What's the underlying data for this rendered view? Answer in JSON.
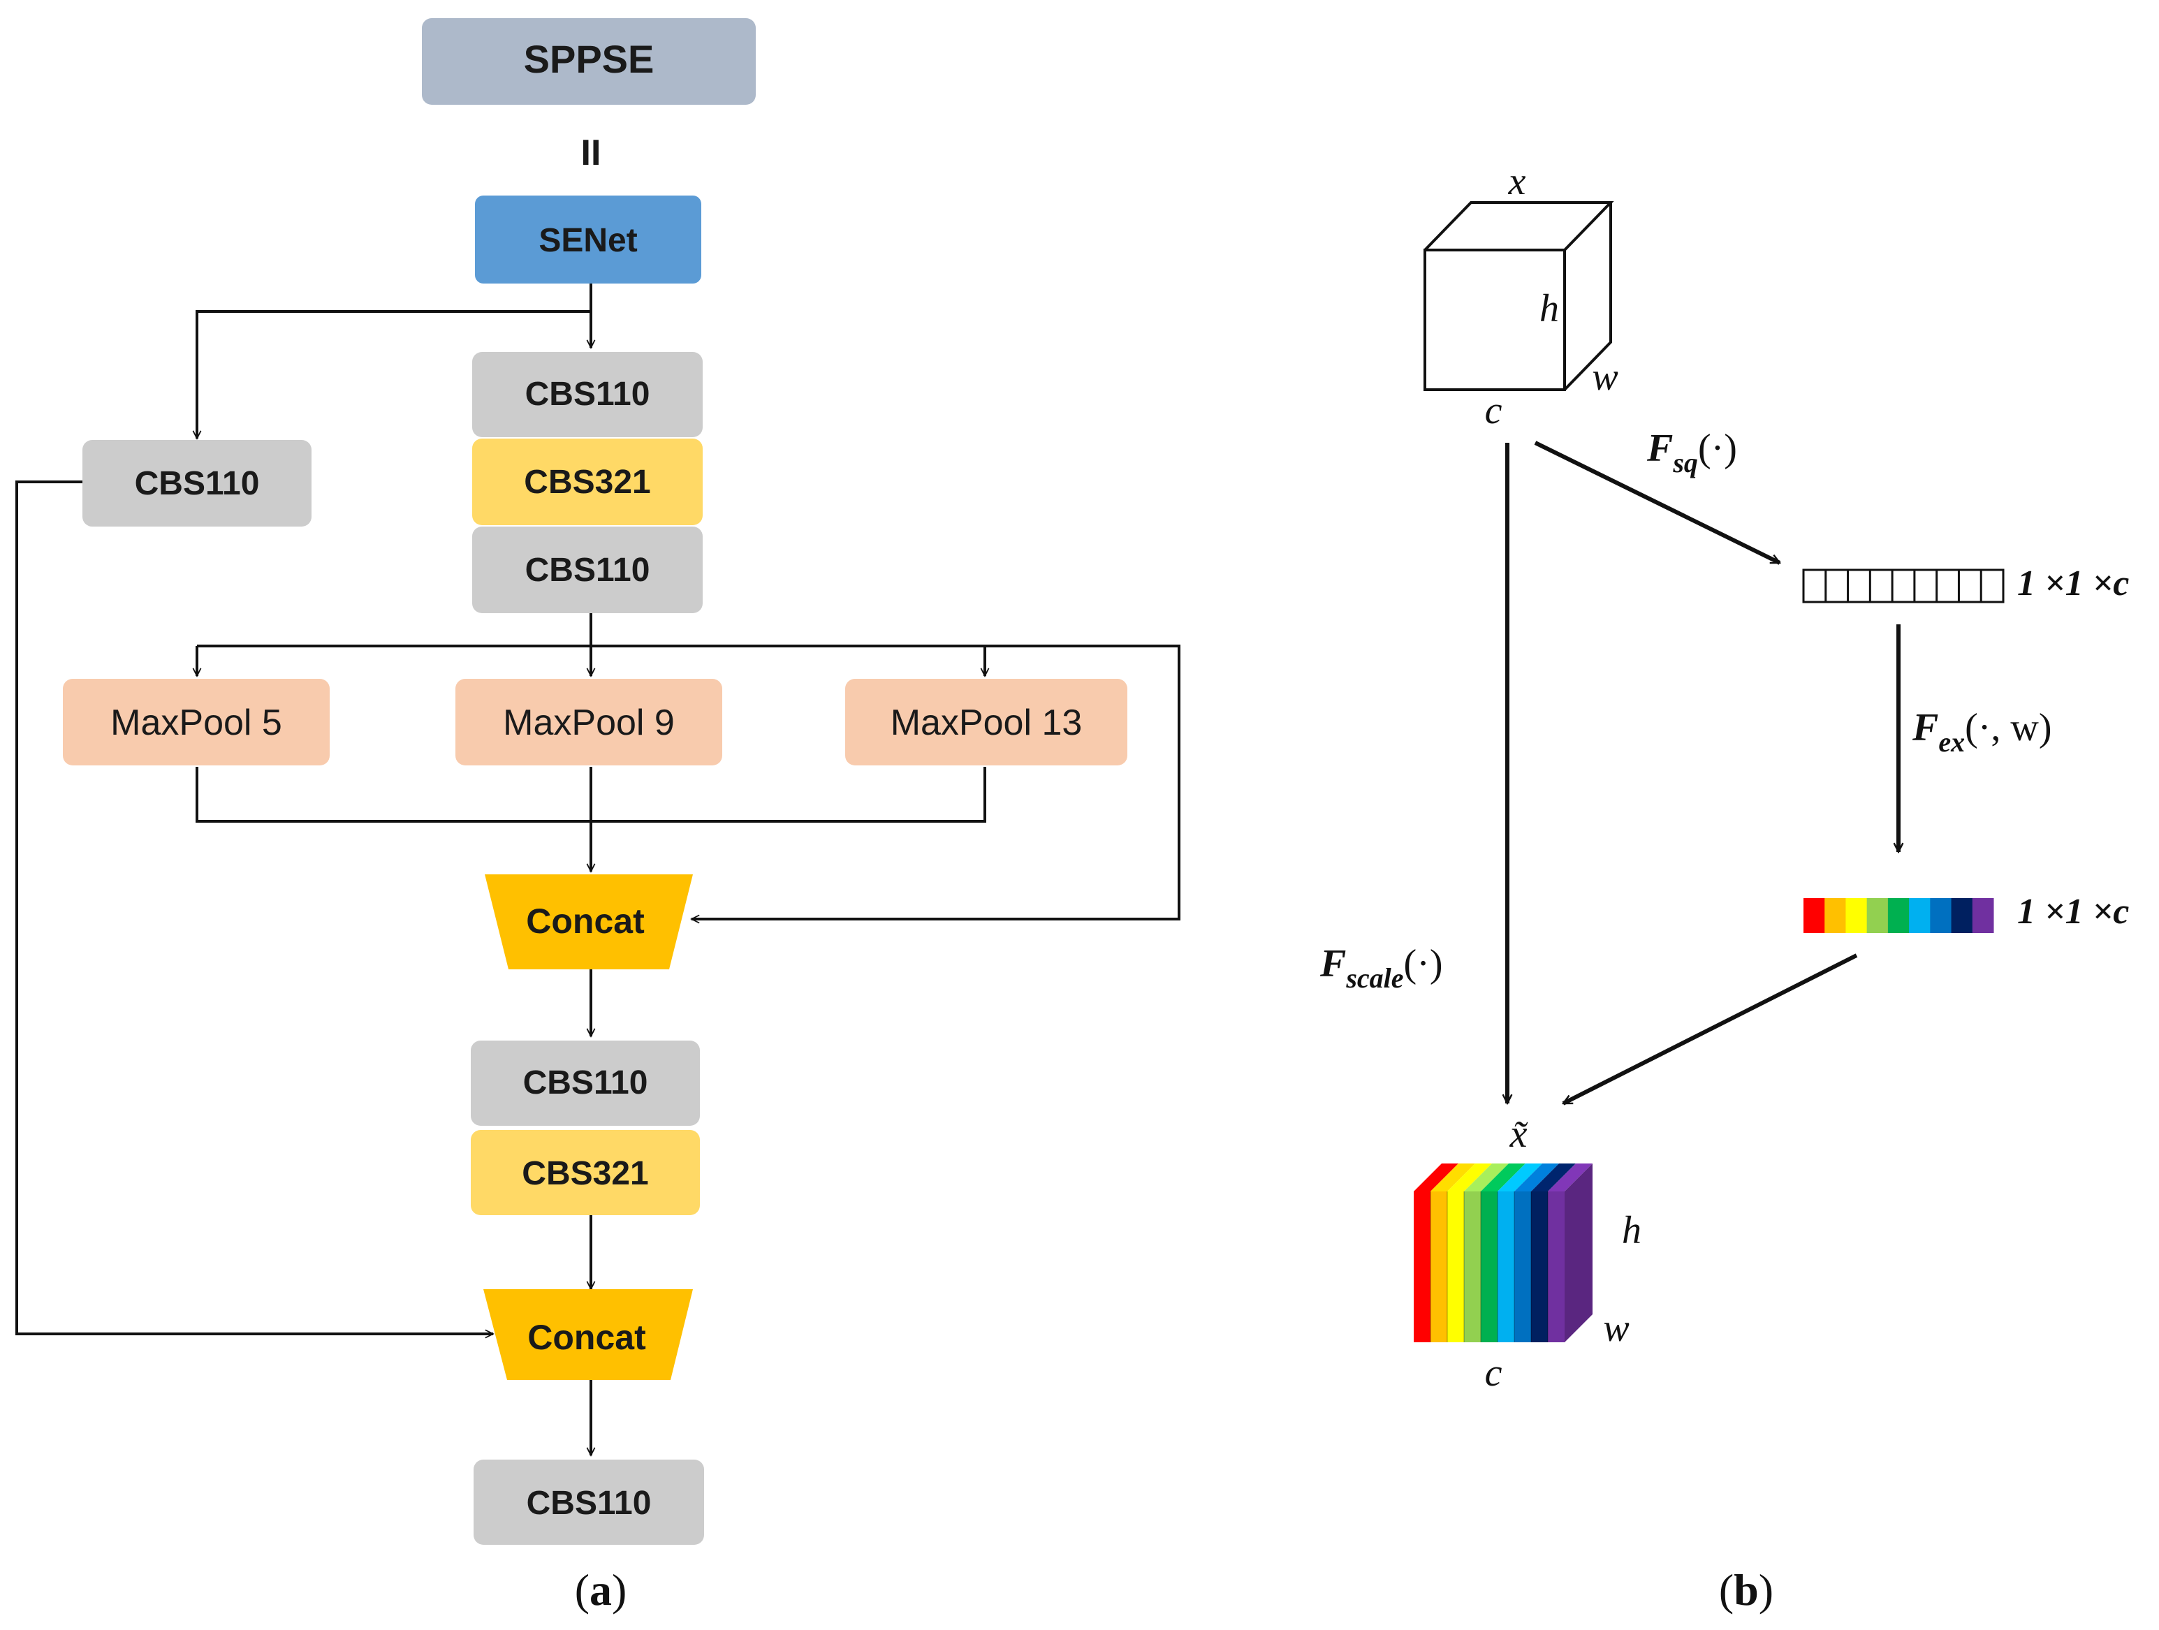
{
  "panel_a": {
    "title": "SPPSE",
    "equals": "II",
    "senet": "SENet",
    "cbs_top_1": "CBS110",
    "cbs_top_2": "CBS321",
    "cbs_top_3": "CBS110",
    "cbs_side": "CBS110",
    "pool_1": "MaxPool 5",
    "pool_2": "MaxPool 9",
    "pool_3": "MaxPool 13",
    "concat_1": "Concat",
    "cbs_mid_1": "CBS110",
    "cbs_mid_2": "CBS321",
    "concat_2": "Concat",
    "cbs_out": "CBS110",
    "caption_letter": "a"
  },
  "panel_b": {
    "x_label": "x",
    "h_label": "h",
    "w_label": "w",
    "c_label": "c",
    "fsq_F": "F",
    "fsq_sub": "sq",
    "fsq_arg": "(·)",
    "vec_label_1": "1 ×1 ×c",
    "fex_F": "F",
    "fex_sub": "ex",
    "fex_arg": "(·, w)",
    "vec_label_2": "1 ×1 ×c",
    "fscale_F": "F",
    "fscale_sub": "scale",
    "fscale_arg": "(·)",
    "xt_label": "x̃",
    "h2_label": "h",
    "w2_label": "w",
    "c2_label": "c",
    "caption_letter": "b"
  },
  "colors": {
    "sppse": "#adb9ca",
    "senet": "#5b9bd5",
    "cbs110": "#cccccc",
    "cbs321": "#ffd966",
    "maxpool": "#f8cbad",
    "concat": "#ffc000",
    "rainbow": [
      "#ff0000",
      "#ffc000",
      "#ffff00",
      "#92d050",
      "#00b050",
      "#00b0f0",
      "#0070c0",
      "#002060",
      "#7030a0"
    ]
  }
}
